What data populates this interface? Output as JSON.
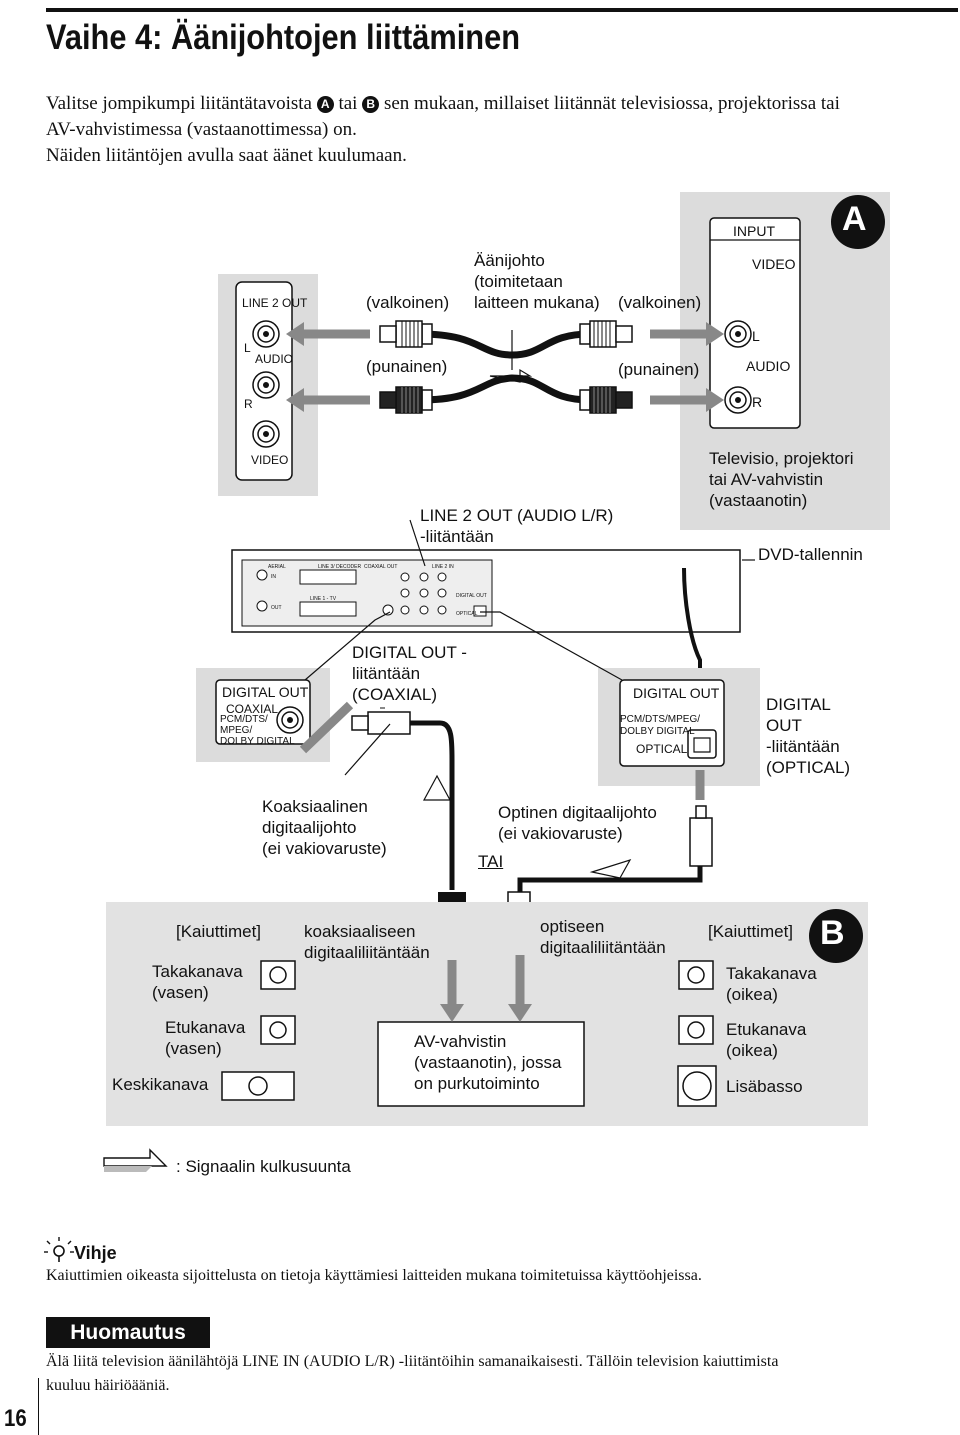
{
  "page": {
    "title": "Vaihe 4: Äänijohtojen liittäminen",
    "intro_prefix": "Valitse jompikumpi liitäntätavoista",
    "badge_a": "A",
    "intro_middle": "tai",
    "badge_b": "B",
    "intro_suffix": "sen mukaan, millaiset liitännät televisiossa, projektorissa tai",
    "intro_line2": "AV-vahvistimessa (vastaanottimessa) on.",
    "intro_line3": "Näiden liitäntöjen avulla saat äänet kuulumaan.",
    "page_number": "16"
  },
  "diagram_a": {
    "badge": "A",
    "player_panel": {
      "line2_out": "LINE 2 OUT",
      "l": "L",
      "audio": "AUDIO",
      "r": "R",
      "video": "VIDEO"
    },
    "cable": {
      "white_left": "(valkoinen)",
      "white_right": "(valkoinen)",
      "red_left": "(punainen)",
      "red_right": "(punainen)",
      "name": "Äänijohto\n(toimitetaan\nlaitteen mukana)"
    },
    "tv_panel": {
      "input": "INPUT",
      "video": "VIDEO",
      "l": "L",
      "audio": "AUDIO",
      "r": "R"
    },
    "tv_caption": "Televisio, projektori\ntai AV-vahvistin\n(vastaanotin)",
    "line2_caption": "LINE 2 OUT (AUDIO L/R)\n-liitäntään",
    "recorder_caption": "DVD-tallennin",
    "recorder_labels": {
      "aerial": "AERIAL",
      "in": "IN",
      "out": "OUT",
      "line3_decoder": "LINE 3/ DECODER",
      "line1_tv": "LINE 1 - TV",
      "coaxial_out": "COAXIAL OUT",
      "digital_out": "DIGITAL OUT",
      "line2_in": "LINE 2 IN",
      "optical": "OPTICAL"
    }
  },
  "digital": {
    "coax_panel": {
      "title": "DIGITAL OUT",
      "coaxial": "COAXIAL",
      "formats": "PCM/DTS/\nMPEG/\nDOLBY DIGITAL"
    },
    "coax_caption": "DIGITAL OUT -\nliitäntään\n(COAXIAL)",
    "optical_panel": {
      "title": "DIGITAL OUT",
      "formats": "PCM/DTS/MPEG/\nDOLBY DIGITAL",
      "optical": "OPTICAL"
    },
    "optical_caption": "DIGITAL\nOUT\n-liitäntään\n(OPTICAL)",
    "coax_cable": "Koaksiaalinen\ndigitaalijohto\n(ei vakiovaruste)",
    "optical_cable": "Optinen digitaalijohto\n(ei vakiovaruste)",
    "or": "TAI"
  },
  "diagram_b": {
    "badge": "B",
    "speakers_left": "[Kaiuttimet]",
    "speakers_right": "[Kaiuttimet]",
    "rear_left": "Takakanava\n(vasen)",
    "front_left": "Etukanava\n(vasen)",
    "center": "Keskikanava",
    "coax_input": "koaksiaaliseen\ndigitaaliliitäntään",
    "optical_input": "optiseen\ndigitaaliliitäntään",
    "rear_right": "Takakanava\n(oikea)",
    "front_right": "Etukanava\n(oikea)",
    "subwoofer": "Lisäbasso",
    "amplifier": "AV-vahvistin\n(vastaanotin), jossa\non purkutoiminto"
  },
  "legend": {
    "signal_flow": ": Signaalin kulkusuunta"
  },
  "tip": {
    "title": "Vihje",
    "text": "Kaiuttimien oikeasta sijoittelusta on tietoja käyttämiesi laitteiden mukana toimitetuissa käyttöohjeissa."
  },
  "note": {
    "title": "Huomautus",
    "line1": "Älä liitä television äänilähtöjä LINE IN (AUDIO L/R) -liitäntöihin samanaikaisesti. Tällöin television kaiuttimista",
    "line2": "kuuluu häiriöääniä."
  },
  "colors": {
    "panel_gray": "#dddddd",
    "box_gray": "#e4e4e4",
    "arrow_gray": "#888888",
    "ink": "#111111"
  }
}
